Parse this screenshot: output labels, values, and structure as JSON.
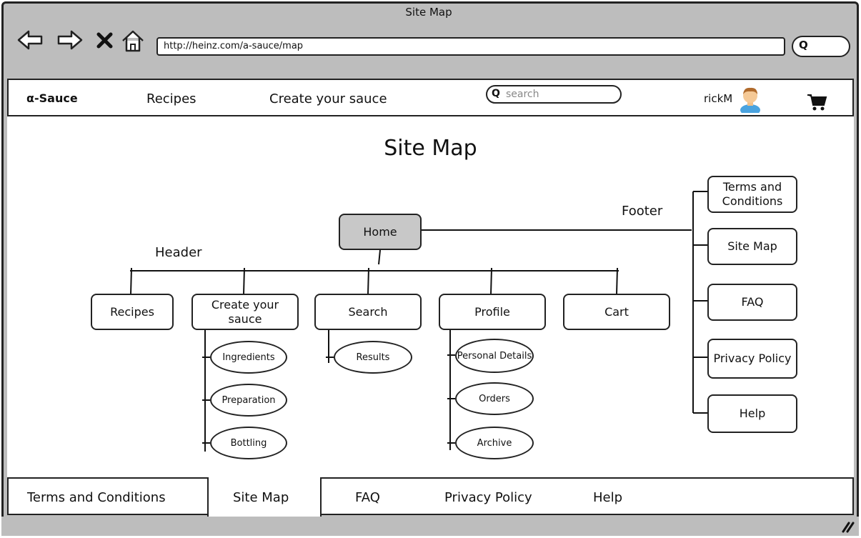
{
  "window": {
    "title": "Site Map",
    "url": "http://heinz.com/a-sauce/map"
  },
  "browser_icons": {
    "back": "back-arrow-icon",
    "forward": "forward-arrow-icon",
    "stop": "close-icon",
    "home": "home-icon",
    "search": "search-icon"
  },
  "nav": {
    "brand": "α-Sauce",
    "recipes": "Recipes",
    "create": "Create your sauce",
    "search_placeholder": "search",
    "user": "rickM"
  },
  "page": {
    "title": "Site Map"
  },
  "sitemap": {
    "header_label": "Header",
    "footer_label": "Footer",
    "home": "Home",
    "header_nodes": {
      "recipes": "Recipes",
      "create": "Create your sauce",
      "search": "Search",
      "profile": "Profile",
      "cart": "Cart"
    },
    "create_children": [
      "Ingredients",
      "Preparation",
      "Bottling"
    ],
    "search_children": [
      "Results"
    ],
    "profile_children": [
      "Personal Details",
      "Orders",
      "Archive"
    ],
    "footer_nodes": [
      "Terms and Conditions",
      "Site Map",
      "FAQ",
      "Privacy Policy",
      "Help"
    ]
  },
  "footer_tabs": [
    "Terms and Conditions",
    "Site Map",
    "FAQ",
    "Privacy Policy",
    "Help"
  ]
}
